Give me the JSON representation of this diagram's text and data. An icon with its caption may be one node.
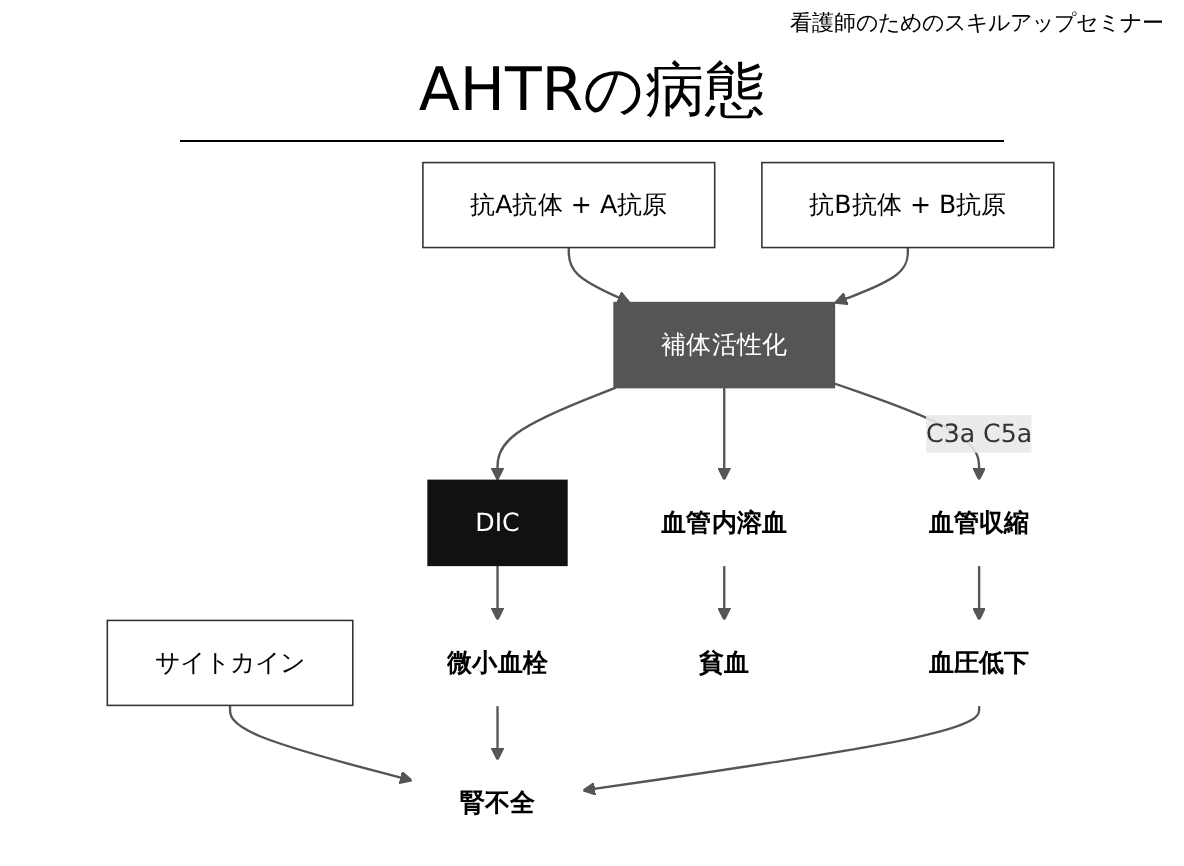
{
  "diagram": {
    "title": "AHTRの病態",
    "nodes": [
      {
        "text": [
          "抗A抗体 + A抗原"
        ]
      },
      {
        "text": [
          "抗B抗体 + B抗原"
        ]
      },
      {
        "text": [
          "補体活性化"
        ]
      },
      {
        "text": [
          "DIC"
        ]
      },
      {
        "text": [
          "サイトカイン"
        ]
      },
      {
        "text": [
          "血管内溶血"
        ]
      },
      {
        "text": [
          "血管収縮"
        ]
      },
      {
        "text": [
          "微小血栓"
        ]
      },
      {
        "text": [
          "貧血"
        ]
      },
      {
        "text": [
          "血圧低下"
        ]
      },
      {
        "text": [
          "腎不全"
        ]
      }
    ],
    "edges": [
      {
        "from": 0,
        "to": 2,
        "arrow": "to"
      },
      {
        "from": 1,
        "to": 2,
        "arrow": "to"
      },
      {
        "from": 2,
        "to": 5,
        "arrow": "to"
      },
      {
        "from": 2,
        "to": 6,
        "arrow": "to",
        "label": "C3a C5a"
      },
      {
        "from": 2,
        "to": 3,
        "arrow": "to"
      },
      {
        "from": 3,
        "to": 7,
        "arrow": "to"
      },
      {
        "from": 4,
        "to": 10,
        "arrow": "to"
      },
      {
        "from": 5,
        "to": 8,
        "arrow": "to"
      },
      {
        "from": 6,
        "to": 9,
        "arrow": "to"
      },
      {
        "from": 7,
        "to": 10,
        "arrow": "to"
      },
      {
        "from": 9,
        "to": 10,
        "arrow": "to"
      }
    ],
    "labels": [
      "看護師のためのスキルアップセミナー"
    ]
  }
}
